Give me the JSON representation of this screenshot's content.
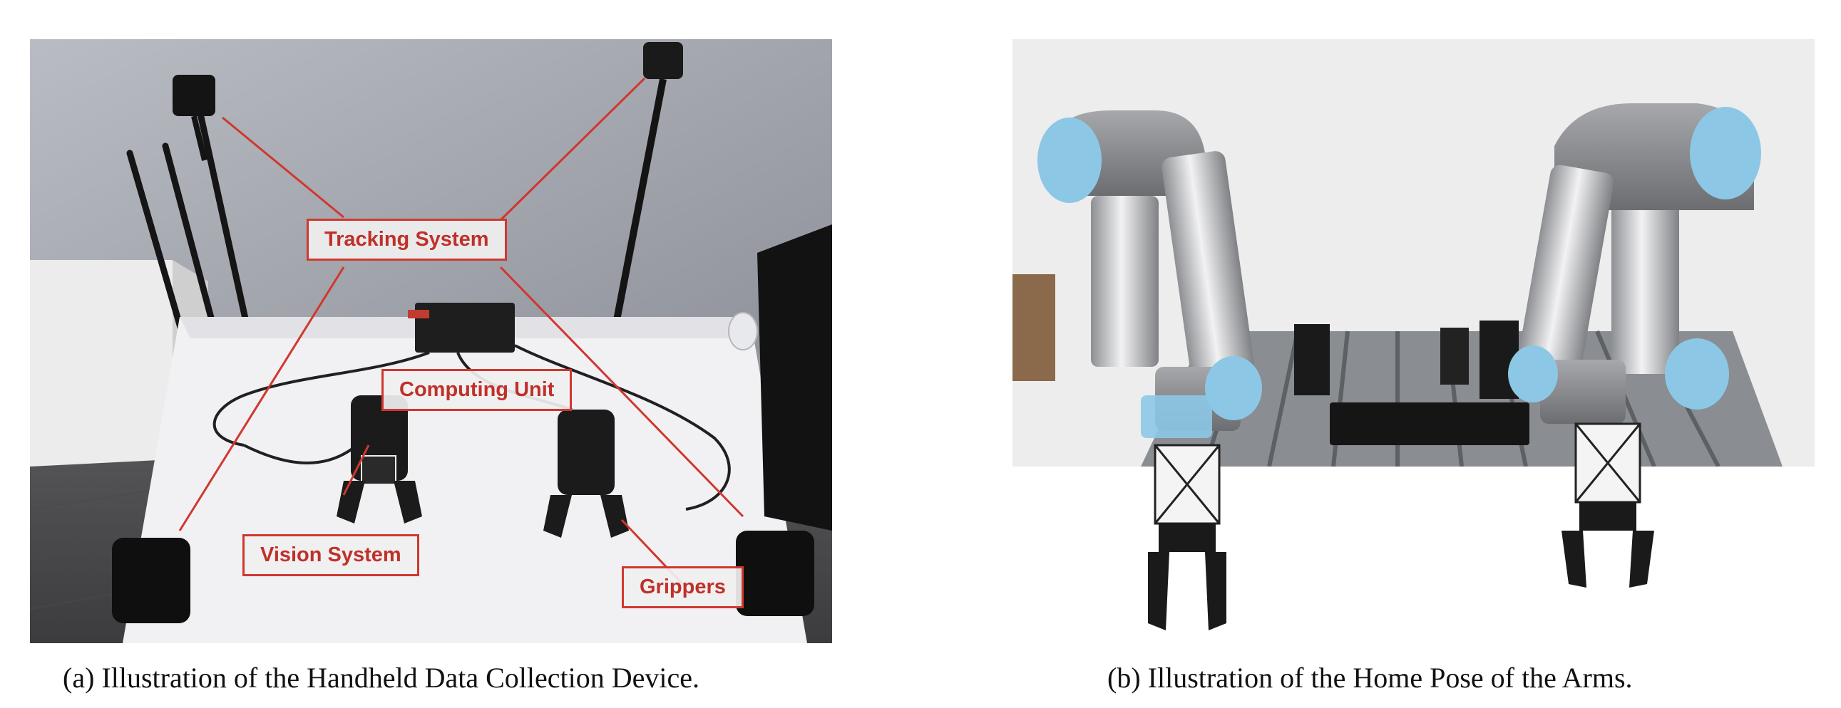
{
  "figure": {
    "panel_a": {
      "caption": "(a) Illustration of the Handheld Data Collection Device.",
      "labels": {
        "tracking_system": "Tracking System",
        "computing_unit": "Computing Unit",
        "vision_system": "Vision System",
        "grippers": "Grippers"
      }
    },
    "panel_b": {
      "caption": "(b) Illustration of the Home Pose of the Arms."
    }
  },
  "colors": {
    "callout_accent": "#d0372f",
    "robot_cap": "#8cc8e6"
  }
}
